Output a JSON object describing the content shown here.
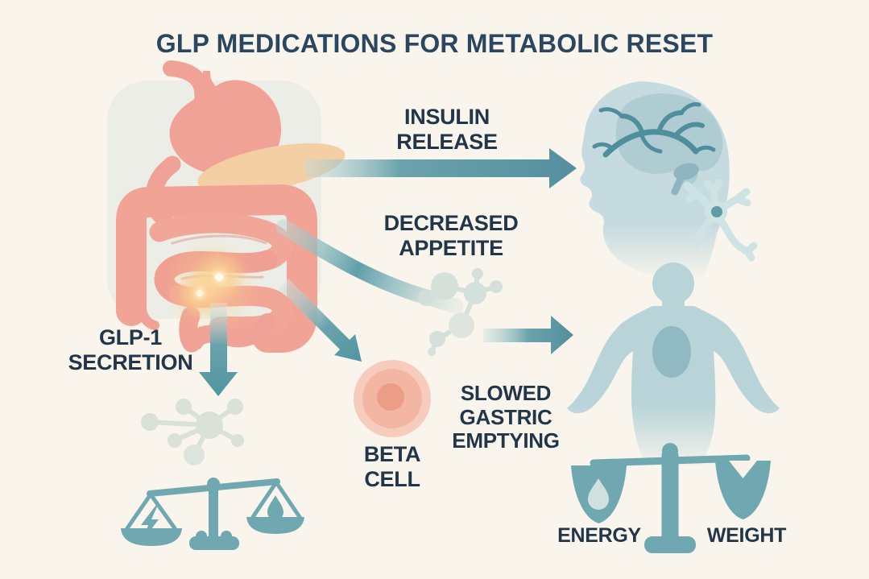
{
  "title": "GLP MEDICATIONS FOR METABOLIC RESET",
  "labels": {
    "insulin_release": [
      "INSULIN",
      "RELEASE"
    ],
    "decreased_appetite": [
      "DECREASED",
      "APPETITE"
    ],
    "glp1_secretion": [
      "GLP-1",
      "SECRETION"
    ],
    "beta_cell": [
      "BETA",
      "CELL"
    ],
    "slowed_gastric_emptying": [
      "SLOWED",
      "GASTRIC",
      "EMPTYING"
    ],
    "energy": "ENERGY",
    "weight": "WEIGHT"
  },
  "icons": {
    "digestive_system": "stomach-pancreas-intestines-illustration",
    "glp1_glow": "glp-1-secretion-glow-spots",
    "head_brain": "human-head-profile-with-brain",
    "neuron": "neuron-cell",
    "appetite_molecule": "molecule-cluster",
    "glp1_molecule": "molecule-cluster",
    "beta_cell": "beta-cell-concentric-circles",
    "human_body": "human-body-silhouette",
    "metabolism_scale": "balance-scale-lightning-vs-droplet",
    "energy_weight_scale": "balance-scale-energy-vs-weight"
  },
  "colors": {
    "background": "#f9f5ec",
    "heading_text": "#2b4760",
    "label_text": "#22364a",
    "arrow_teal": "#5f9faa",
    "organ_pink": "#efa295",
    "pancreas_tan": "#f3cfa3",
    "head_body_blue": "#c0d8dc",
    "brain_branch_teal": "#4f8e9c",
    "scale_teal": "#6fa8b1",
    "molecule_gray_green": "#d6e0da",
    "beta_cell_pink": "#f3b6a3",
    "glow_orange": "#f8c87c"
  }
}
